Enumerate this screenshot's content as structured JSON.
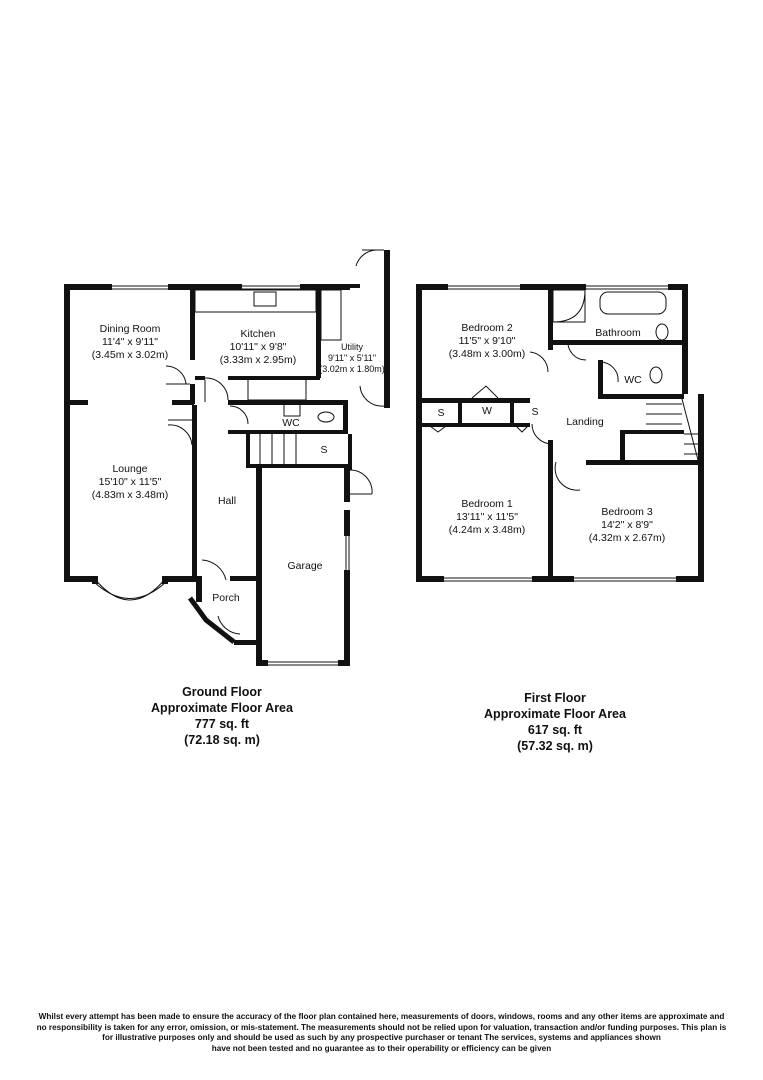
{
  "ground_floor": {
    "rooms": {
      "dining": {
        "name": "Dining Room",
        "imperial": "11'4\" x 9'11\"",
        "metric": "(3.45m x 3.02m)"
      },
      "kitchen": {
        "name": "Kitchen",
        "imperial": "10'11\" x 9'8\"",
        "metric": "(3.33m x 2.95m)"
      },
      "utility": {
        "name": "Utility",
        "imperial": "9'11\" x 5'11\"",
        "metric": "(3.02m x 1.80m)"
      },
      "lounge": {
        "name": "Lounge",
        "imperial": "15'10\" x 11'5\"",
        "metric": "(4.83m x 3.48m)"
      },
      "wc": {
        "name": "WC"
      },
      "store": {
        "name": "S"
      },
      "hall": {
        "name": "Hall"
      },
      "garage": {
        "name": "Garage"
      },
      "porch": {
        "name": "Porch"
      }
    },
    "summary": {
      "title": "Ground Floor",
      "subtitle": "Approximate Floor Area",
      "sqft": "777 sq. ft",
      "sqm": "(72.18 sq. m)"
    }
  },
  "first_floor": {
    "rooms": {
      "bed2": {
        "name": "Bedroom 2",
        "imperial": "11'5\" x 9'10\"",
        "metric": "(3.48m x 3.00m)"
      },
      "bathroom": {
        "name": "Bathroom"
      },
      "wc": {
        "name": "WC"
      },
      "store1": {
        "name": "S"
      },
      "wardrobe": {
        "name": "W"
      },
      "store2": {
        "name": "S"
      },
      "landing": {
        "name": "Landing"
      },
      "bed1": {
        "name": "Bedroom 1",
        "imperial": "13'11\" x 11'5\"",
        "metric": "(4.24m x 3.48m)"
      },
      "bed3": {
        "name": "Bedroom 3",
        "imperial": "14'2\" x 8'9\"",
        "metric": "(4.32m x 2.67m)"
      }
    },
    "summary": {
      "title": "First Floor",
      "subtitle": "Approximate Floor Area",
      "sqft": "617 sq. ft",
      "sqm": "(57.32 sq. m)"
    }
  },
  "disclaimer": {
    "line1": "Whilst every attempt has been made to ensure the accuracy of the floor plan contained here, measurements of doors, windows, rooms and any other items are approximate and",
    "line2": "no responsibility is taken for any error, omission, or mis-statement. The measurements should not be relied upon for valuation, transaction and/or funding purposes. This plan is",
    "line3": "for illustrative purposes only and should be used as such by any prospective purchaser or tenant The services, systems and appliances shown",
    "line4": "have not been tested and no guarantee as to their operability or efficiency can be given"
  }
}
